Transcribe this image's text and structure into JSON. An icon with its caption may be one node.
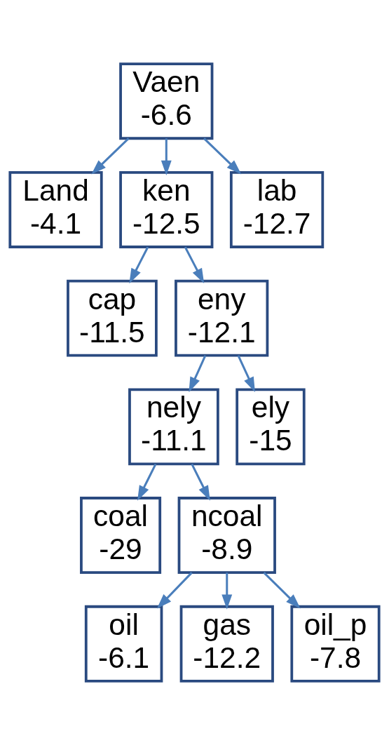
{
  "diagram": {
    "nodes": [
      {
        "text": [
          "Vaen",
          "-6.6"
        ]
      },
      {
        "text": [
          "Land",
          "-4.1"
        ]
      },
      {
        "text": [
          "ken",
          "-12.5"
        ]
      },
      {
        "text": [
          "lab",
          "-12.7"
        ]
      },
      {
        "text": [
          "cap",
          "-11.5"
        ]
      },
      {
        "text": [
          "eny",
          "-12.1"
        ]
      },
      {
        "text": [
          "nely",
          "-11.1"
        ]
      },
      {
        "text": [
          "ely",
          "-15"
        ]
      },
      {
        "text": [
          "coal",
          "-29"
        ]
      },
      {
        "text": [
          "ncoal",
          "-8.9"
        ]
      },
      {
        "text": [
          "oil",
          "-6.1"
        ]
      },
      {
        "text": [
          "gas",
          "-12.2"
        ]
      },
      {
        "text": [
          "oil_p",
          "-7.8"
        ]
      }
    ],
    "edges": [
      {
        "from": 0,
        "to": 1,
        "arrow": "to"
      },
      {
        "from": 0,
        "to": 2,
        "arrow": "to"
      },
      {
        "from": 0,
        "to": 3,
        "arrow": "to"
      },
      {
        "from": 2,
        "to": 4,
        "arrow": "to"
      },
      {
        "from": 2,
        "to": 5,
        "arrow": "to"
      },
      {
        "from": 5,
        "to": 6,
        "arrow": "to"
      },
      {
        "from": 5,
        "to": 7,
        "arrow": "to"
      },
      {
        "from": 6,
        "to": 8,
        "arrow": "to"
      },
      {
        "from": 6,
        "to": 9,
        "arrow": "to"
      },
      {
        "from": 9,
        "to": 10,
        "arrow": "to"
      },
      {
        "from": 9,
        "to": 11,
        "arrow": "to"
      },
      {
        "from": 9,
        "to": 12,
        "arrow": "to"
      }
    ]
  }
}
